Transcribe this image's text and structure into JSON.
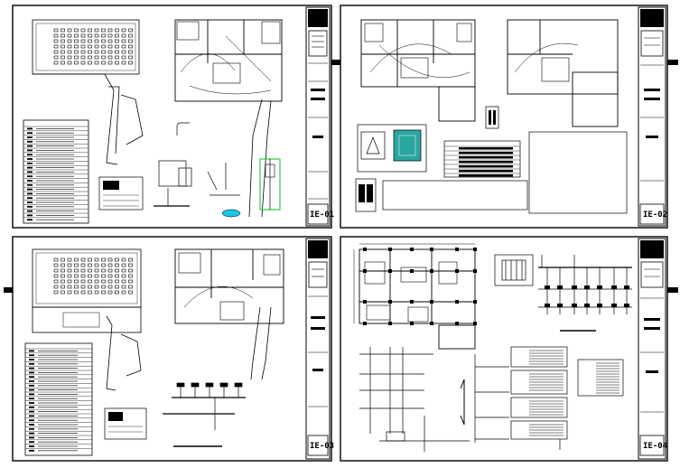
{
  "sheets": [
    {
      "id": "IE-01",
      "label": "IE-01"
    },
    {
      "id": "IE-02",
      "label": "IE-02"
    },
    {
      "id": "IE-03",
      "label": "IE-03"
    },
    {
      "id": "IE-04",
      "label": "IE-04"
    }
  ],
  "colors": {
    "line": "#000000",
    "accent_teal": "#2aa6a0",
    "accent_green": "#2ecc40",
    "accent_cyan": "#19c7e6",
    "bg": "#ffffff"
  }
}
